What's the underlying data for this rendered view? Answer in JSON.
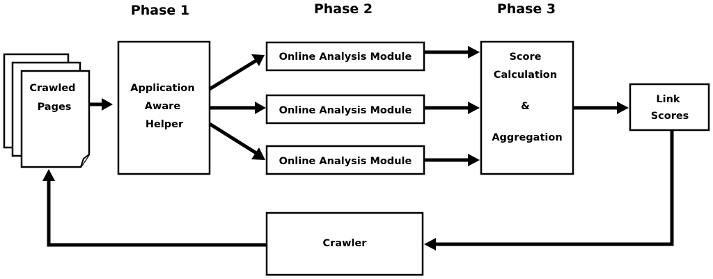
{
  "phases": {
    "p1": "Phase 1",
    "p2": "Phase 2",
    "p3": "Phase 3"
  },
  "nodes": {
    "crawled_pages": [
      "Crawled",
      "Pages"
    ],
    "helper": [
      "Application",
      "Aware",
      "Helper"
    ],
    "oam_1": "Online Analysis Module",
    "oam_2": "Online Analysis Module",
    "oam_3": "Online Analysis Module",
    "score": [
      "Score",
      "Calculation",
      "&",
      "Aggregation"
    ],
    "link_scores": [
      "Link",
      "Scores"
    ],
    "crawler": "Crawler"
  },
  "colors": {
    "stroke": "#000000",
    "fill": "#ffffff"
  }
}
